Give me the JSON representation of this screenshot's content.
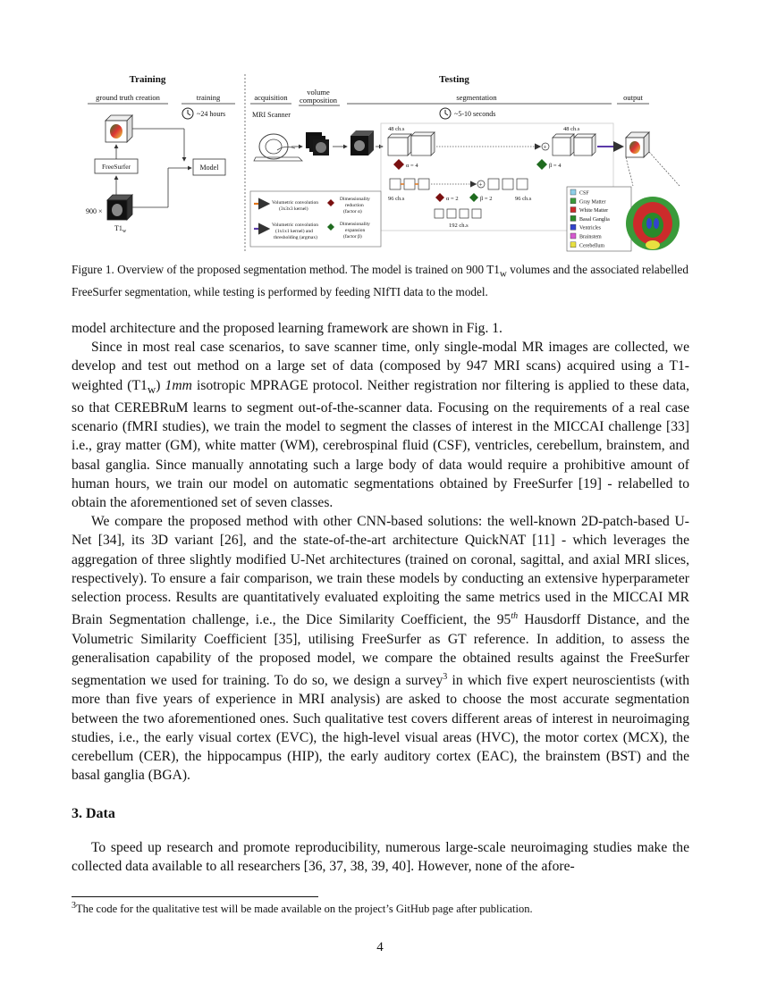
{
  "figure": {
    "training_heading": "Training",
    "testing_heading": "Testing",
    "sub_ground_truth": "ground truth creation",
    "sub_training": "training",
    "sub_acquisition": "acquisition",
    "sub_volume_1": "volume",
    "sub_volume_2": "composition",
    "sub_segmentation": "segmentation",
    "sub_output": "output",
    "train_time": "~24 hours",
    "test_time": "~5-10 seconds",
    "mri_scanner": "MRI Scanner",
    "freesurfer": "FreeSurfer",
    "model": "Model",
    "count_900": "900 ×",
    "t1w": "T1",
    "t1w_sub": "w",
    "ch48_left": "48 ch.s",
    "ch48_right": "48 ch.s",
    "ch96_left": "96 ch.s",
    "ch96_right": "96 ch.s",
    "ch192": "192 ch.s",
    "alpha4": "α = 4",
    "beta4": "β = 4",
    "alpha2": "α = 2",
    "beta2": "β = 2",
    "legend": {
      "vol_conv_title": "Volumetric convolution",
      "vol_conv_kernel": "(3x3x3 kernel)",
      "vol_conv1_title": "Volumetric convolution",
      "vol_conv1_kernel": "(1x1x1 kernel) and",
      "vol_conv1_thresh": "thresholding (argmax)",
      "dim_red_title": "Dimensionality",
      "dim_red_2": "reduction",
      "dim_red_factor": "(factor α)",
      "dim_exp_title": "Dimensionality",
      "dim_exp_2": "expansion",
      "dim_exp_factor": "(factor β)"
    },
    "classes": [
      {
        "name": "CSF",
        "color": "#8ecfe8"
      },
      {
        "name": "Gray Matter",
        "color": "#3a9a3a"
      },
      {
        "name": "White Matter",
        "color": "#cc2b2b"
      },
      {
        "name": "Basal Ganglia",
        "color": "#2a8a2a"
      },
      {
        "name": "Ventricles",
        "color": "#3344cc"
      },
      {
        "name": "Brainstem",
        "color": "#d65ad0"
      },
      {
        "name": "Cerebellum",
        "color": "#e8e040"
      }
    ]
  },
  "caption": "Figure 1. Overview of the proposed segmentation method. The model is trained on 900 T1",
  "caption_sub": "w",
  "caption_rest": " volumes and the associated relabelled FreeSurfer segmentation, while testing is performed by feeding NIfTI data to the model.",
  "p1": "model architecture and the proposed learning framework are shown in Fig. 1.",
  "p2a": "Since in most real case scenarios, to save scanner time, only single-modal MR images are collected, we develop and test out method on a large set of data (composed by 947 MRI scans) acquired using a T1-weighted (T1",
  "p2_sub": "w",
  "p2b": ") ",
  "p2_italic": "1mm",
  "p2c": " isotropic MPRAGE protocol. Neither registration nor filtering is applied to these data, so that CEREBRuM learns to segment out-of-the-scanner data. Focusing on the requirements of a real case scenario (fMRI studies), we train the model to segment the classes of interest in the MICCAI challenge [33] i.e., gray matter (GM), white matter (WM), cerebrospinal fluid (CSF), ventricles, cerebellum, brainstem, and basal ganglia. Since manually annotating such a large body of data would require a prohibitive amount of human hours, we train our model on automatic segmentations obtained by FreeSurfer [19] - relabelled to obtain the aforementioned set of seven classes.",
  "p3a": "We compare the proposed method with other CNN-based solutions: the well-known 2D-patch-based U-Net [34], its 3D variant [26], and the state-of-the-art architecture QuickNAT [11] - which leverages the aggregation of three slightly modified U-Net architectures (trained on coronal, sagittal, and axial MRI slices, respectively). To ensure a fair comparison, we train these models by conducting an extensive hyperparameter selection process. Results are quantitatively evaluated exploiting the same metrics used in the MICCAI MR Brain Segmentation challenge, i.e., the Dice Similarity Coefficient, the 95",
  "p3_sup": "th",
  "p3b": " Hausdorff Distance, and the Volumetric Similarity Coefficient [35], utilising FreeSurfer as GT reference. In addition, to assess the generalisation capability of the proposed model, we compare the obtained results against the FreeSurfer segmentation we used for training. To do so, we design a survey",
  "p3_fn": "3",
  "p3c": " in which five expert neuroscientists (with more than five years of experience in MRI analysis) are asked to choose the most accurate segmentation between the two aforementioned ones. Such qualitative test covers different areas of interest in neuroimaging studies, i.e., the early visual cortex (EVC), the high-level visual areas (HVC), the motor cortex (MCX), the cerebellum (CER), the hippocampus (HIP), the early auditory cortex (EAC), the brainstem (BST) and the basal ganglia (BGA).",
  "section_title": "3.  Data",
  "p4": "To speed up research and promote reproducibility, numerous large-scale neuroimaging studies make the collected data available to all researchers [36, 37, 38, 39, 40]. However, none of the afore-",
  "footnote_mark": "3",
  "footnote": "The code for the qualitative test will be made available on the project’s GitHub page after publication.",
  "page_number": "4"
}
